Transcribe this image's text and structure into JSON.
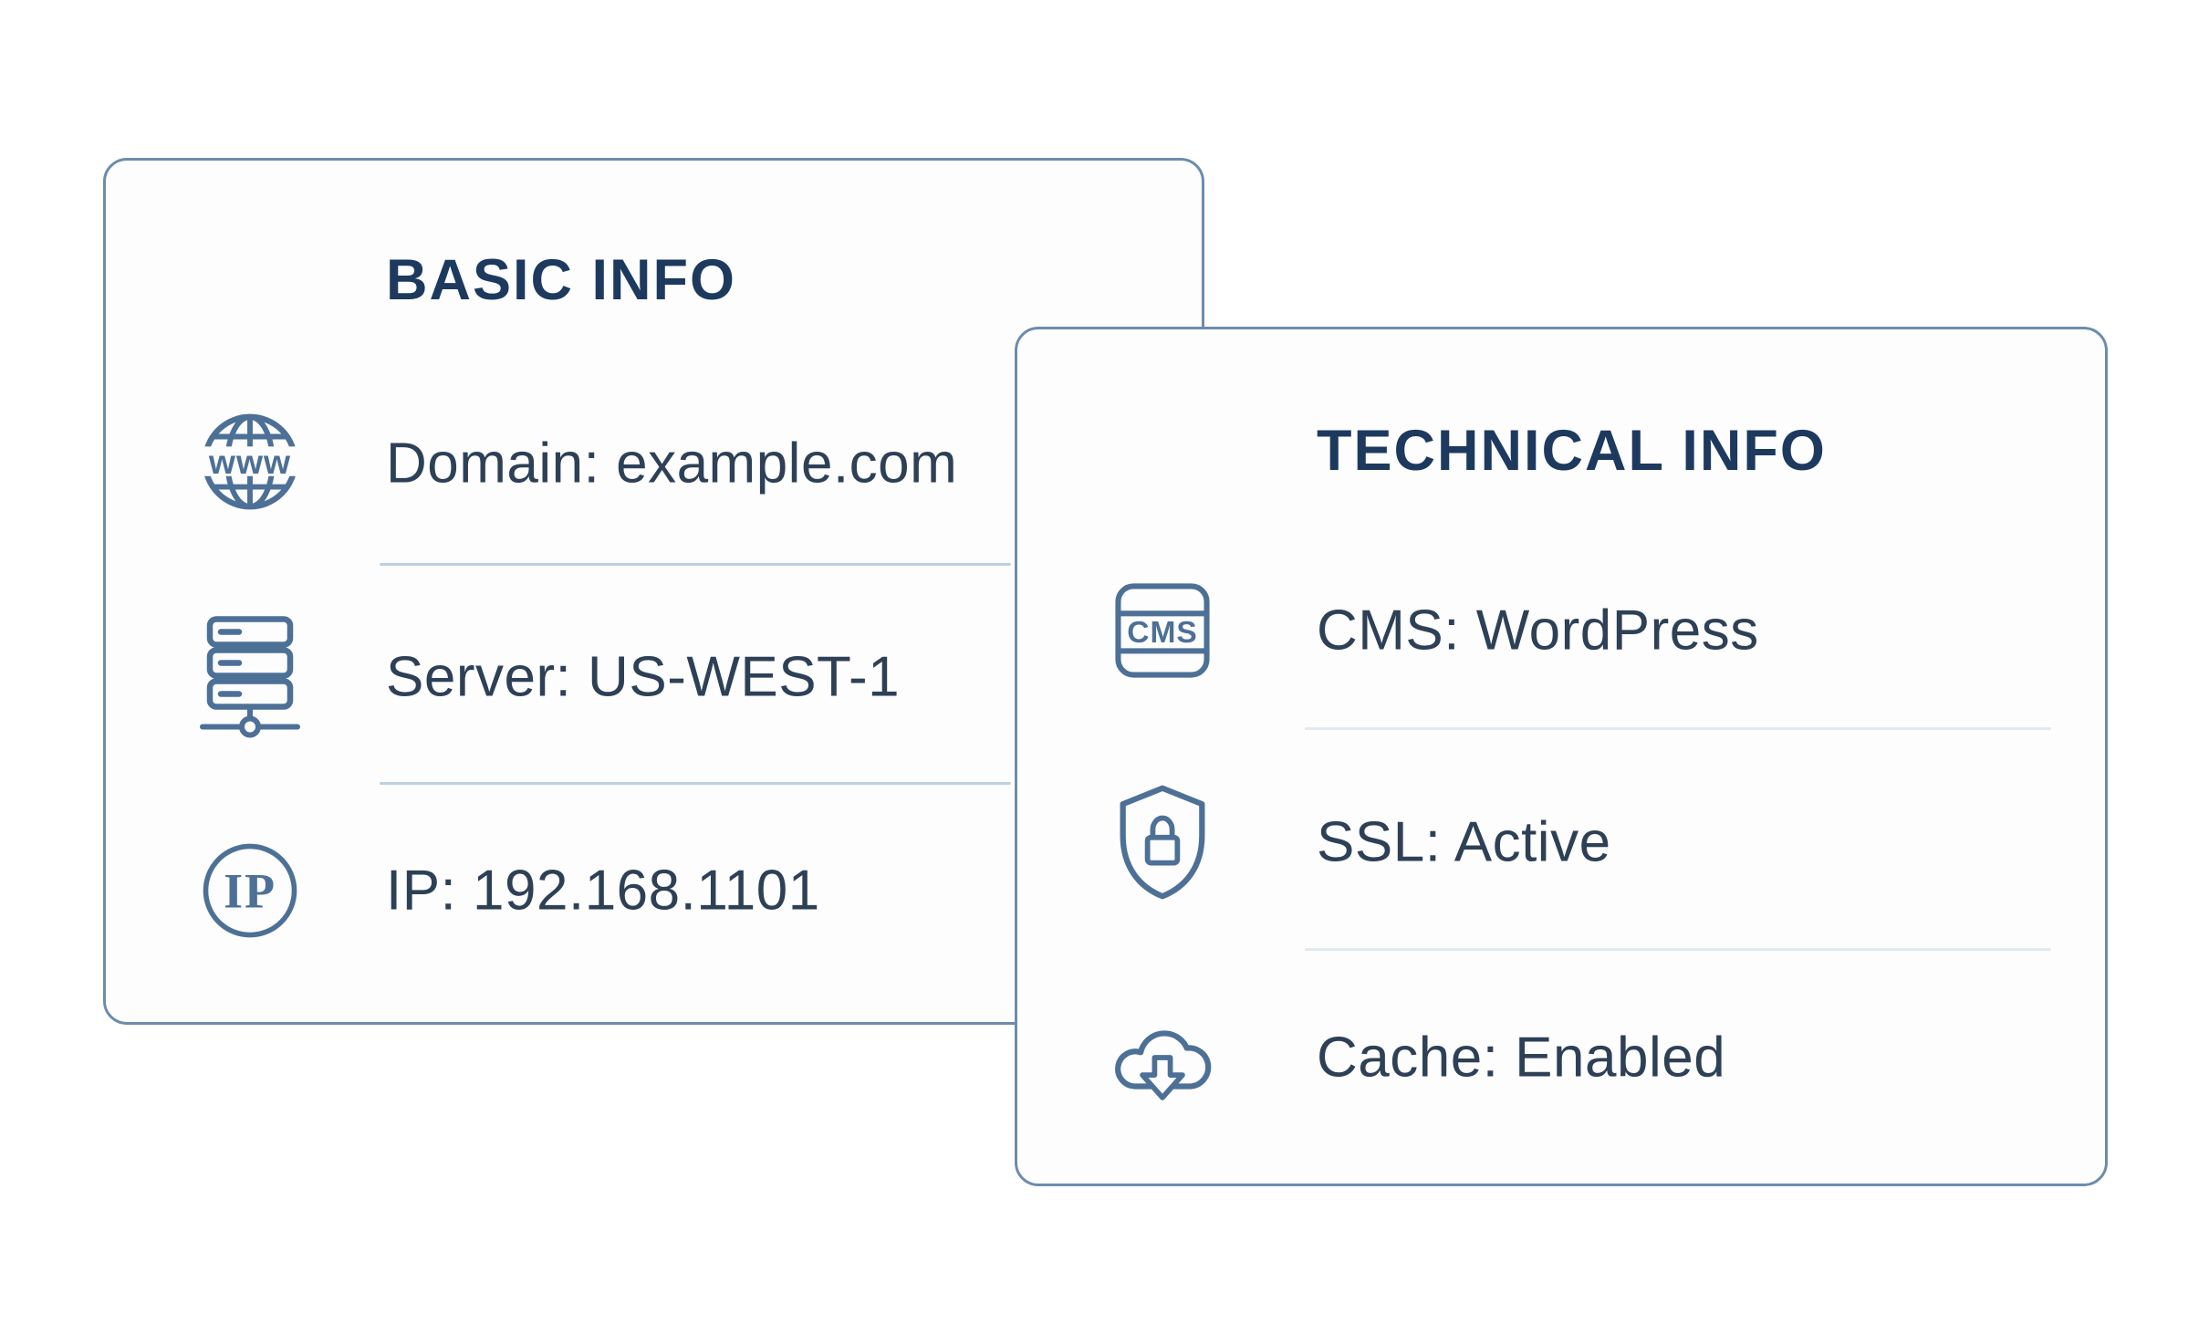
{
  "cards": [
    {
      "title": "BASIC INFO",
      "rows": [
        {
          "icon": "globe-www-icon",
          "label": "Domain: example.com"
        },
        {
          "icon": "server-icon",
          "label": "Server: US-WEST-1"
        },
        {
          "icon": "ip-badge-icon",
          "label": "IP: 192.168.1101"
        }
      ]
    },
    {
      "title": "TECHNICAL INFO",
      "rows": [
        {
          "icon": "cms-box-icon",
          "label": "CMS: WordPress"
        },
        {
          "icon": "ssl-shield-icon",
          "label": "SSL: Active"
        },
        {
          "icon": "cache-cloud-icon",
          "label": "Cache: Enabled"
        }
      ]
    }
  ],
  "icon_texts": {
    "globe": "www",
    "ip": "IP",
    "cms": "CMS"
  },
  "colors": {
    "card_border": "#6d8cac",
    "card_background": "#fdfdfe",
    "page_background": "#ffffff",
    "title_text": "#1d3a5e",
    "row_text": "#2d4056",
    "icon_stroke": "#4d7096",
    "divider_basic": "#bdd0df",
    "divider_tech": "#e0e9f0"
  }
}
